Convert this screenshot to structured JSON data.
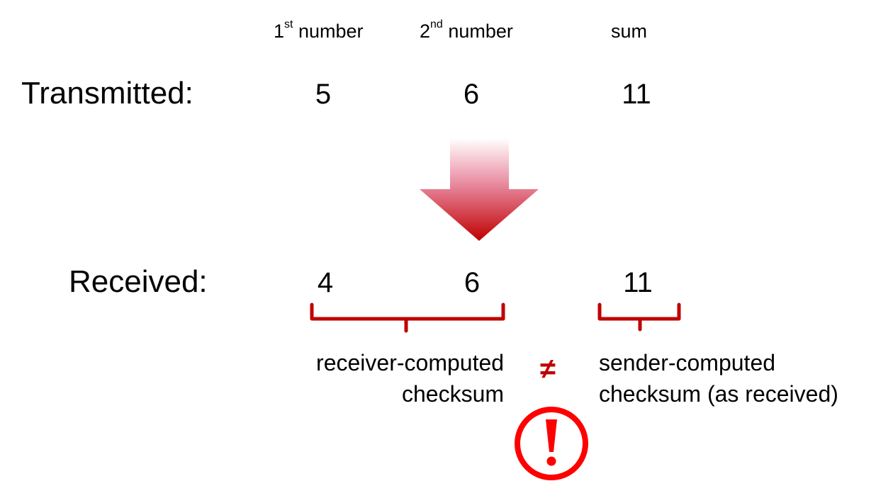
{
  "headers": {
    "first": {
      "main": "1",
      "sup": "st",
      "rest": " number"
    },
    "second": {
      "main": "2",
      "sup": "nd",
      "rest": " number"
    },
    "sum": "sum"
  },
  "rows": {
    "transmitted": {
      "label": "Transmitted:",
      "values": [
        "5",
        "6",
        "11"
      ]
    },
    "received": {
      "label": "Received:",
      "values": [
        "4",
        "6",
        "11"
      ]
    }
  },
  "captions": {
    "receiver_line1": "receiver-computed",
    "receiver_line2": "checksum",
    "not_equal": "≠",
    "sender_line1": "sender-computed",
    "sender_line2": "checksum (as received)"
  },
  "icons": {
    "arrow": "down-arrow-icon",
    "alert": "exclamation-alert-icon"
  },
  "colors": {
    "accent": "#c00000",
    "arrow_top": "#ffffff",
    "arrow_bottom": "#c00000"
  }
}
